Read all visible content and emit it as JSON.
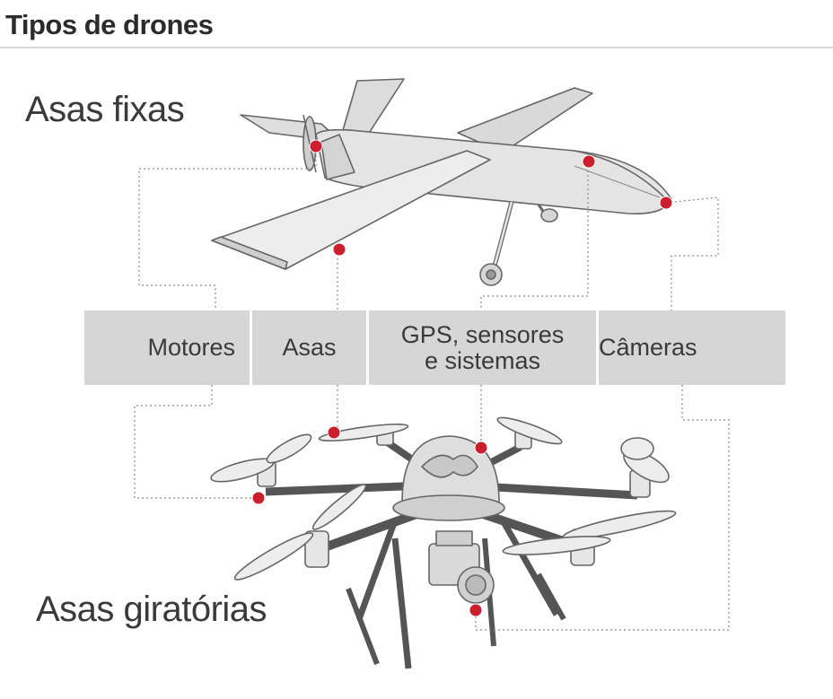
{
  "header": {
    "title": "Tipos de drones"
  },
  "sections": {
    "fixed_wing": "Asas fixas",
    "rotary_wing": "Asas giratórias"
  },
  "components": [
    {
      "label": "Motores"
    },
    {
      "label": "Asas"
    },
    {
      "label": "GPS, sensores\ne sistemas"
    },
    {
      "label": "Câmeras"
    }
  ],
  "colors": {
    "marker": "#cc1f2d",
    "bar": "#d6d6d6",
    "drone_fill": "#e6e6e6",
    "drone_stroke": "#666666",
    "leader_line": "#8a8a8a"
  }
}
